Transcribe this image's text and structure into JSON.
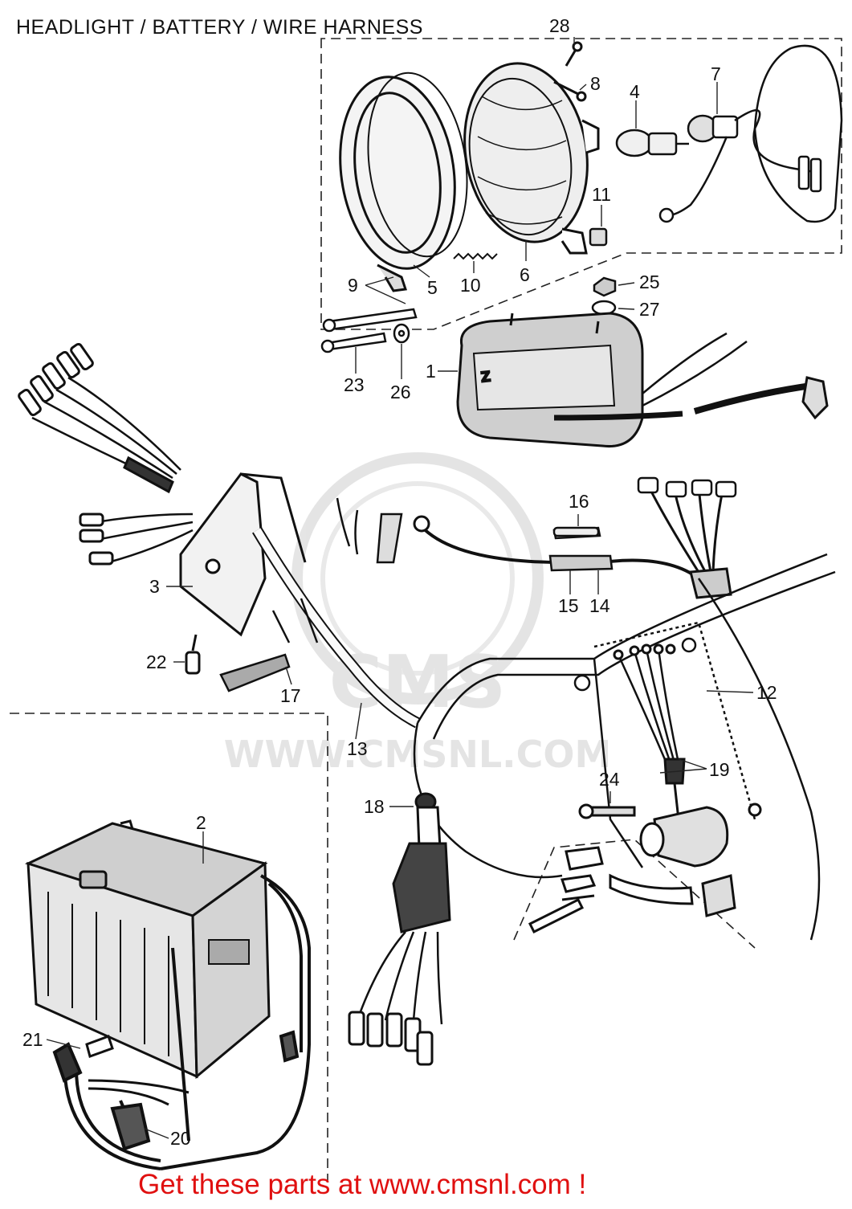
{
  "diagram": {
    "title": "HEADLIGHT / BATTERY / WIRE HARNESS",
    "footer": "Get these parts at www.cmsnl.com !",
    "watermark": {
      "brand": "CMS",
      "url": "WWW.CMSNL.COM"
    },
    "callouts": [
      "1",
      "2",
      "3",
      "4",
      "5",
      "6",
      "7",
      "8",
      "9",
      "10",
      "11",
      "12",
      "13",
      "14",
      "15",
      "16",
      "17",
      "18",
      "19",
      "20",
      "21",
      "22",
      "23",
      "24",
      "25",
      "26",
      "27",
      "28"
    ],
    "colors": {
      "footer": "#e01010",
      "ink": "#111111",
      "watermark": "#d4d4d4"
    }
  }
}
